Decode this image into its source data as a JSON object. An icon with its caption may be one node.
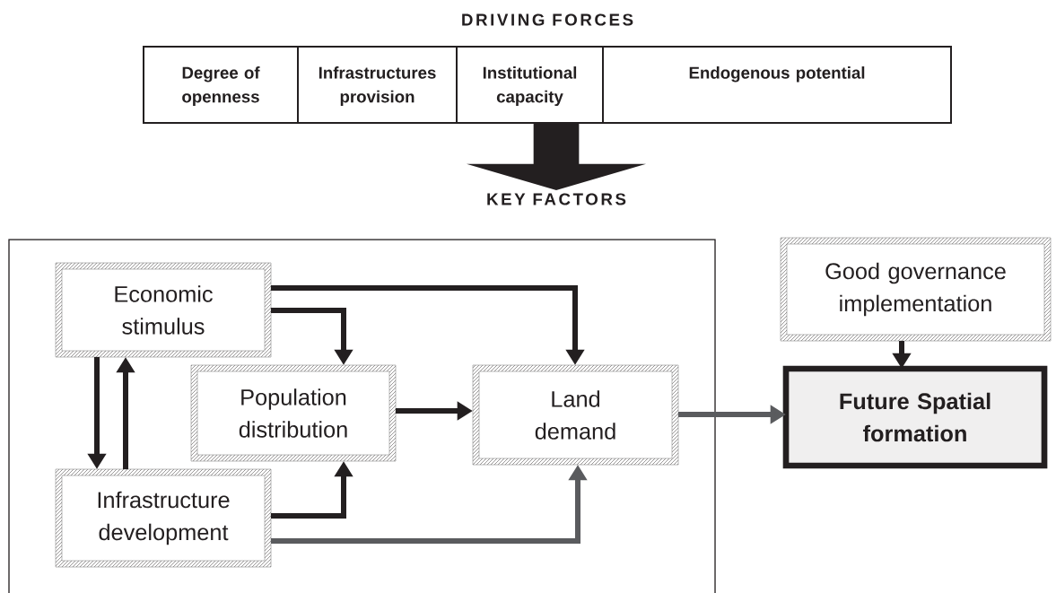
{
  "diagram": {
    "nodes": [
      {
        "text": [
          "DRIVING FORCES"
        ]
      },
      {
        "text": [
          "Degree of openness"
        ],
        "in": 0
      },
      {
        "text": [
          "Infrastructures provision"
        ],
        "in": 0
      },
      {
        "text": [
          "Institutional capacity"
        ],
        "in": 0
      },
      {
        "text": [
          "Endogenous potential"
        ],
        "in": 0
      },
      {
        "text": [
          "KEY FACTORS"
        ]
      },
      {
        "text": [
          "Economic stimulus"
        ],
        "in": 5
      },
      {
        "text": [
          "Population distribution"
        ],
        "in": 5
      },
      {
        "text": [
          "Infrastructure development"
        ],
        "in": 5
      },
      {
        "text": [
          "Land demand"
        ],
        "in": 5
      },
      {
        "text": [
          "Good governance implementation"
        ]
      },
      {
        "text": [
          "Future Spatial formation"
        ]
      }
    ],
    "edges": [
      {
        "from": 0,
        "to": 5,
        "arrow": "to",
        "style": "thick"
      },
      {
        "from": 6,
        "to": 9,
        "arrow": "to"
      },
      {
        "from": 6,
        "to": 7,
        "arrow": "to"
      },
      {
        "from": 6,
        "to": 8,
        "arrow": "to"
      },
      {
        "from": 8,
        "to": 6,
        "arrow": "to"
      },
      {
        "from": 7,
        "to": 9,
        "arrow": "to"
      },
      {
        "from": 8,
        "to": 7,
        "arrow": "to"
      },
      {
        "from": 8,
        "to": 9,
        "arrow": "to",
        "color": "#5a5b5e"
      },
      {
        "from": 9,
        "to": 11,
        "arrow": "to",
        "color": "#5a5b5e"
      },
      {
        "from": 10,
        "to": 11,
        "arrow": "to"
      }
    ]
  }
}
